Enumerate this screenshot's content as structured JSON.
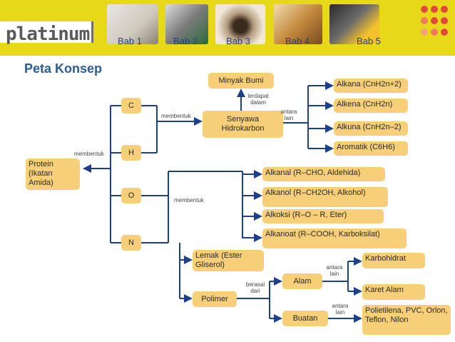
{
  "header": {
    "logo": "platinum",
    "tabs": [
      "Bab 1",
      "Bab 2",
      "Bab 3",
      "Bab 4",
      "Bab 5"
    ]
  },
  "title": "Peta Konsep",
  "nodes": {
    "protein": "Protein (Ikatan Amida)",
    "c": "C",
    "h": "H",
    "o": "O",
    "n": "N",
    "minyak_bumi": "Minyak Bumi",
    "senyawa": "Senyawa Hidrokarbon",
    "alkana": "Alkana (CnH2n+2)",
    "alkena": "Alkena (CnH2n)",
    "alkuna": "Alkuna (CnH2n–2)",
    "aromatik": "Aromatik (C6H6)",
    "alkanal": "Alkanal (R–CHO, Aldehida)",
    "alkanol": "Alkanol (R–CH2OH, Alkohol)",
    "alkoksi": "Alkoksi (R–O – R, Eter)",
    "alkanoat": "Alkanoat (R–COOH, Karboksilat)",
    "lemak": "Lemak (Ester Gliserol)",
    "polimer": "Polimer",
    "alam": "Alam",
    "buatan": "Buatan",
    "karbohidrat": "Karbohidrat",
    "karet": "Karet Alam",
    "polietilena": "Polietilena, PVC, Orlon, Teflon, Nilon"
  },
  "labels": {
    "membentuk_protein": "membentuk",
    "membentuk_senyawa": "membentuk",
    "membentuk_o": "membentuk",
    "terdapat": "terdapat dalam",
    "antara_lain_1": "antara lain",
    "berasal": "berasal dari",
    "antara_lain_2": "antara lain",
    "antara_lain_3": "antara lain"
  },
  "colors": {
    "header": "#e8d81a",
    "node": "#f7cf79",
    "line": "#1e3f8a",
    "title": "#2a5b93"
  }
}
